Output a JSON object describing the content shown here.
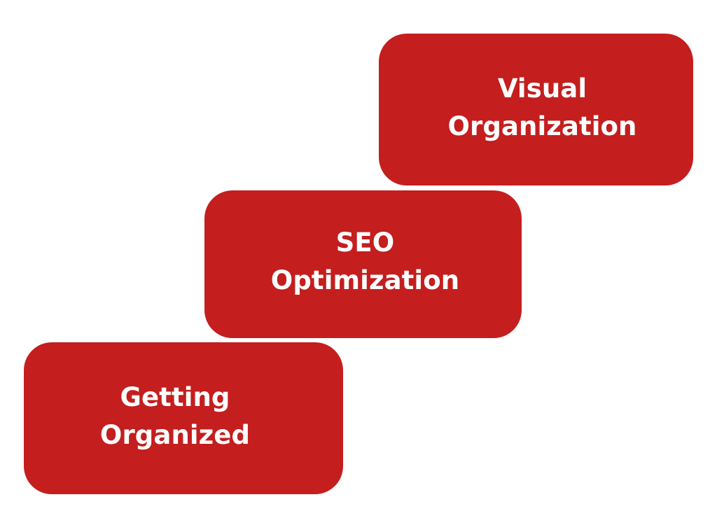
{
  "diagram": {
    "title": "Stacked step cards",
    "background_color": "#ffffff",
    "card_color": "#c41e1e",
    "text_color": "#ffffff",
    "steps": [
      {
        "id": "getting-organized",
        "order": 1,
        "label": "Getting\nOrganized",
        "line1": "Getting",
        "line2": "Organized",
        "position": "bottom-left"
      },
      {
        "id": "seo-optimization",
        "order": 2,
        "label": "SEO\nOptimization",
        "line1": "SEO",
        "line2": "Optimization",
        "position": "middle-center"
      },
      {
        "id": "visual-organization",
        "order": 3,
        "label": "Visual\nOrganization",
        "line1": "Visual",
        "line2": "Organization",
        "position": "top-right"
      }
    ]
  }
}
